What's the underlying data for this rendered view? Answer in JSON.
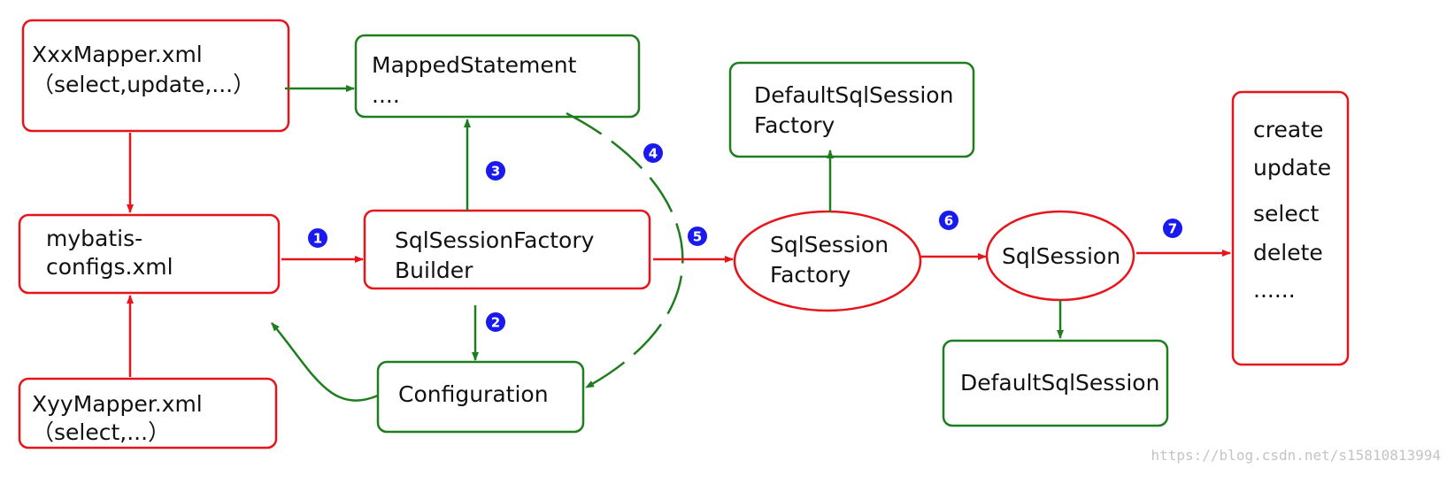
{
  "colors": {
    "red": "#e8141b",
    "green": "#1e7d1e",
    "badge": "#1a1aee",
    "text": "#111111"
  },
  "nodes": {
    "xxx_mapper": {
      "line1": "XxxMapper.xml",
      "line2": "（select,update,...）"
    },
    "mapped_statement": {
      "line1": "MappedStatement",
      "line2": "...."
    },
    "default_factory": {
      "line1": "DefaultSqlSession",
      "line2": "Factory"
    },
    "mybatis_configs": {
      "line1": "mybatis-",
      "line2": "configs.xml"
    },
    "factory_builder": {
      "line1": "SqlSessionFactory",
      "line2": "Builder"
    },
    "session_factory": {
      "line1": "SqlSession",
      "line2": "Factory"
    },
    "sql_session": {
      "line1": "SqlSession"
    },
    "operations": {
      "items": [
        "create",
        "update",
        "select",
        "delete",
        "......"
      ]
    },
    "xyy_mapper": {
      "line1": "XyyMapper.xml",
      "line2": "（select,...）"
    },
    "configuration": {
      "line1": "Configuration"
    },
    "default_session": {
      "line1": "DefaultSqlSession"
    }
  },
  "badges": [
    "1",
    "2",
    "3",
    "4",
    "5",
    "6",
    "7"
  ],
  "watermark": "https://blog.csdn.net/s15810813994"
}
